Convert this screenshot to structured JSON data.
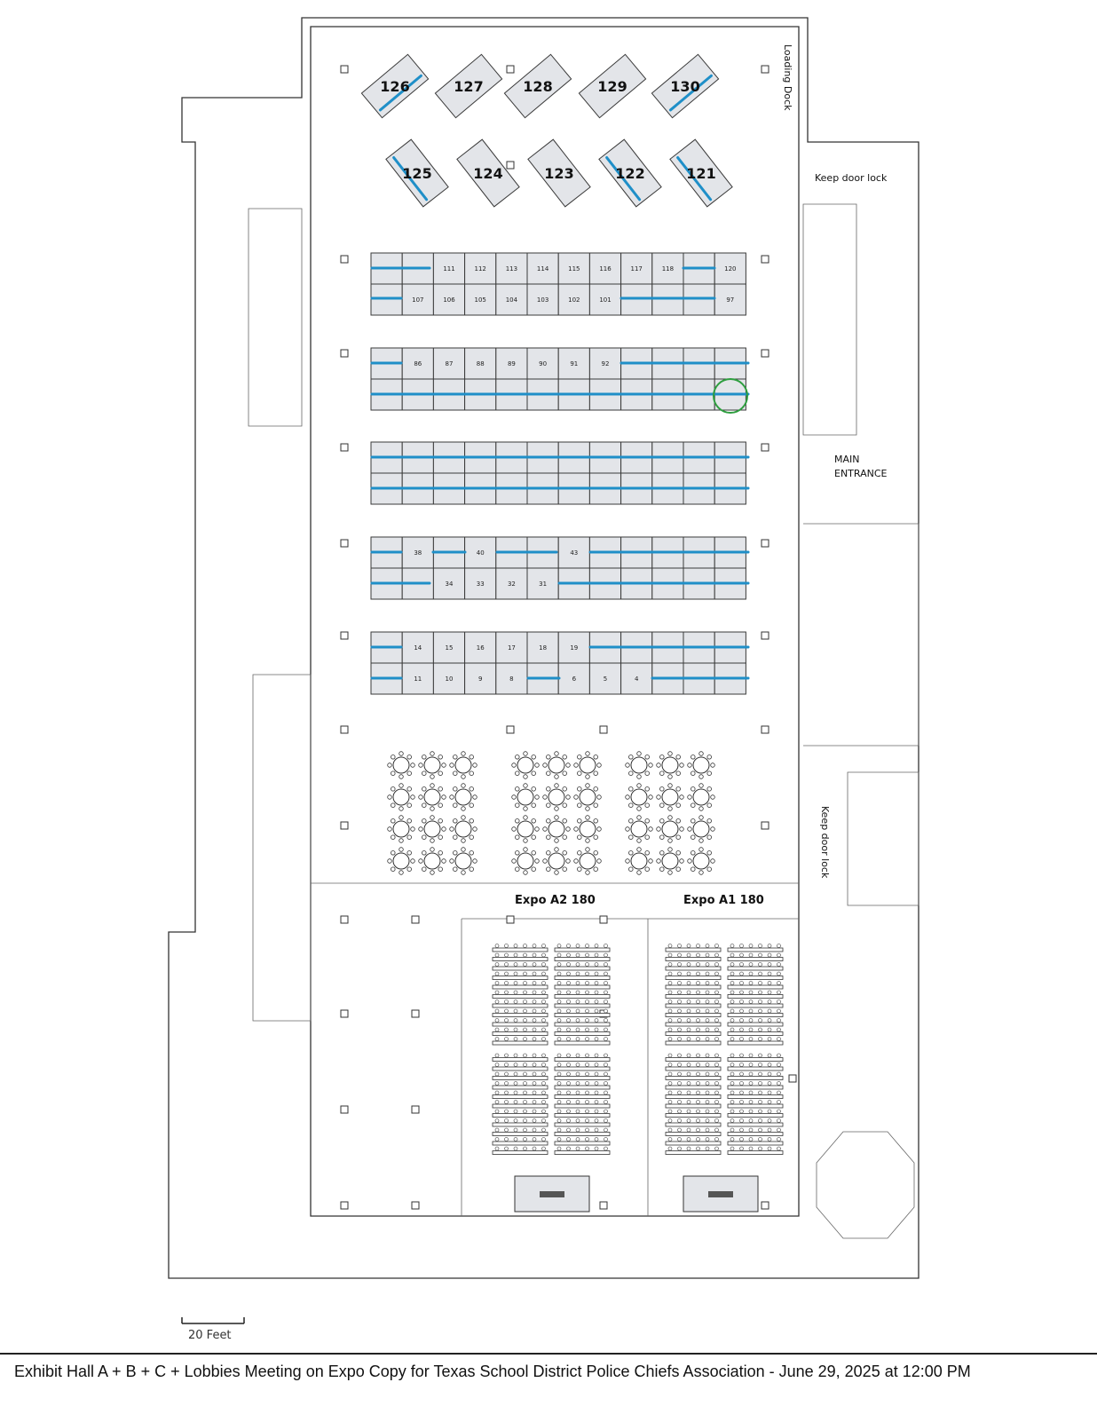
{
  "labels": {
    "loading_dock": "Loading Dock",
    "keep_door_lock_top": "Keep door lock",
    "main_entrance_1": "MAIN",
    "main_entrance_2": "ENTRANCE",
    "keep_door_lock_side": "Keep door lock",
    "expo_a2": "Expo A2 180",
    "expo_a1": "Expo A1 180",
    "scale": "20 Feet"
  },
  "caption": "Exhibit Hall A + B + C + Lobbies Meeting on Expo Copy for Texas School District Police Chiefs Association - June 29, 2025 at 12:00 PM",
  "large_booths_top": [
    "126",
    "127",
    "128",
    "129",
    "130"
  ],
  "large_booths_bottom": [
    "125",
    "124",
    "123",
    "122",
    "121"
  ],
  "booth_rows": [
    [
      "111",
      "112",
      "113",
      "114",
      "115",
      "116",
      "117",
      "118",
      "120"
    ],
    [
      "107",
      "106",
      "105",
      "104",
      "103",
      "102",
      "101",
      "97"
    ],
    [
      "86",
      "87",
      "88",
      "89",
      "90",
      "91",
      "92"
    ],
    [
      "38",
      "40",
      "43"
    ],
    [
      "34",
      "33",
      "32",
      "31"
    ],
    [
      "14",
      "15",
      "16",
      "17",
      "18",
      "19"
    ],
    [
      "11",
      "10",
      "9",
      "8",
      "6",
      "5",
      "4"
    ]
  ],
  "colors": {
    "highlight": "#1f8fc8",
    "circle": "#2e9e3f",
    "booth": "#e3e5e9"
  }
}
